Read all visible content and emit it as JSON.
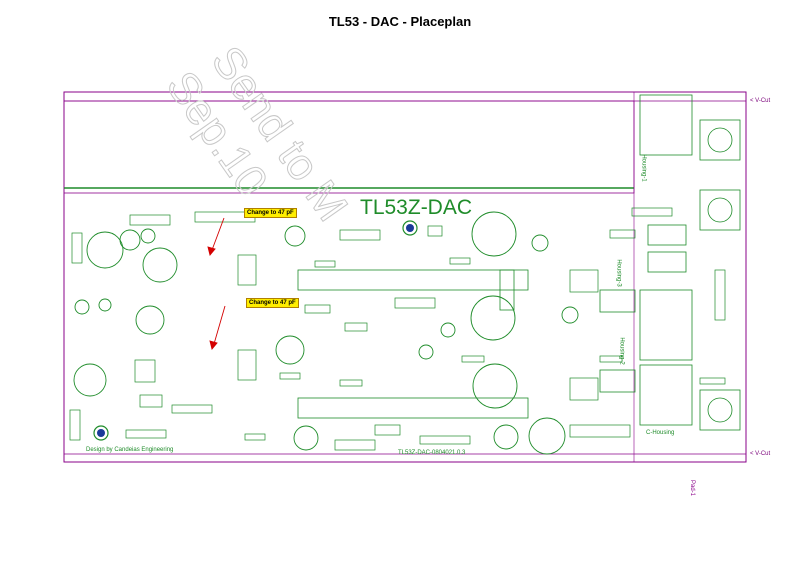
{
  "title": "TL53 - DAC - Placeplan",
  "board_label": "TL53Z-DAC",
  "revision_label": "TL53Z-DAC-0804021.0.3",
  "designer_label": "Design by Candeias Engineering",
  "notes": [
    "Change to 47 pF",
    "Change to 47 pF"
  ],
  "watermark_lines": [
    "Send to M",
    "Sep.10"
  ],
  "vcut_top": "< V-Cut",
  "vcut_bottom": "< V-Cut",
  "housing_labels": [
    "Housing-1",
    "Housing-3",
    "Housing-2",
    "C-Housing"
  ],
  "bottom_label": "Pad-1",
  "colors": {
    "outline": "#8a008a",
    "component": "#1f8c2a",
    "note_bg": "#ffee00",
    "arrow": "#d40000"
  }
}
